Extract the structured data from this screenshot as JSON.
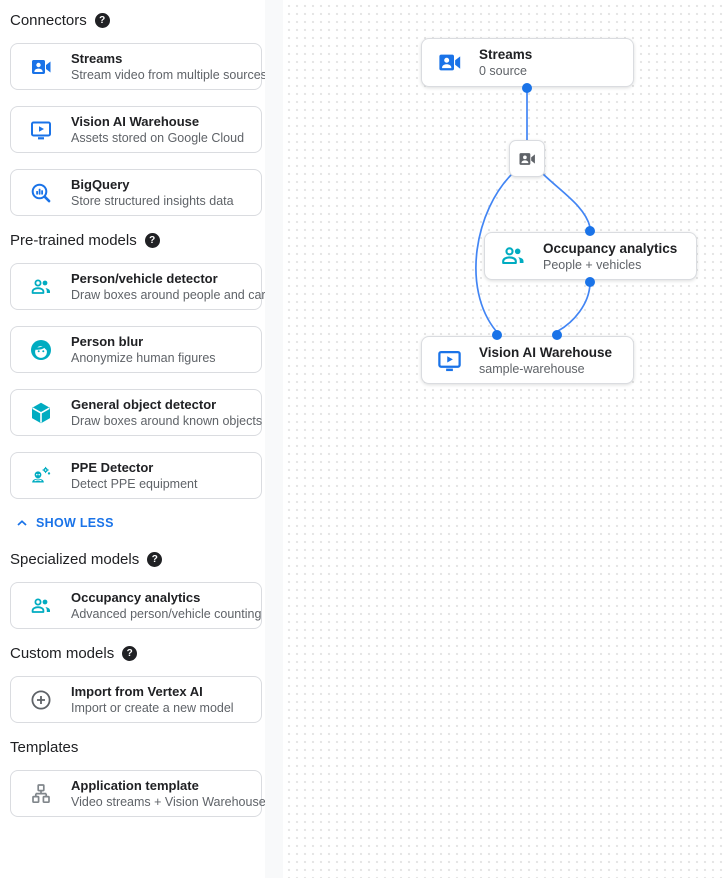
{
  "colors": {
    "icon_blue": "#1a73e8",
    "icon_teal": "#00acc1",
    "icon_gray": "#5f6368",
    "edge_blue": "#4285f4",
    "port_blue": "#1a73e8",
    "title_text": "#202124",
    "subtitle_text": "#5f6368",
    "card_border": "#dadce0"
  },
  "sidebar": {
    "show_less_label": "SHOW LESS",
    "sections": [
      {
        "title": "Connectors",
        "has_help": true,
        "cards": [
          {
            "icon": "video-camera-icon",
            "title": "Streams",
            "subtitle": "Stream video from multiple sources"
          },
          {
            "icon": "smart-display-icon",
            "title": "Vision AI Warehouse",
            "subtitle": "Assets stored on Google Cloud"
          },
          {
            "icon": "bigquery-icon",
            "title": "BigQuery",
            "subtitle": "Store structured insights data"
          }
        ]
      },
      {
        "title": "Pre-trained models",
        "has_help": true,
        "cards": [
          {
            "icon": "group-icon",
            "title": "Person/vehicle detector",
            "subtitle": "Draw boxes around people and cars"
          },
          {
            "icon": "face-icon",
            "title": "Person blur",
            "subtitle": "Anonymize human figures"
          },
          {
            "icon": "cube-icon",
            "title": "General object detector",
            "subtitle": "Draw boxes around known objects"
          },
          {
            "icon": "engineering-icon",
            "title": "PPE Detector",
            "subtitle": "Detect PPE equipment"
          }
        ]
      },
      {
        "title": "Specialized models",
        "has_help": true,
        "cards": [
          {
            "icon": "group-icon",
            "title": "Occupancy analytics",
            "subtitle": "Advanced person/vehicle counting"
          }
        ]
      },
      {
        "title": "Custom models",
        "has_help": true,
        "cards": [
          {
            "icon": "add-circle-icon",
            "title": "Import from Vertex AI",
            "subtitle": "Import or create a new model"
          }
        ]
      },
      {
        "title": "Templates",
        "has_help": false,
        "cards": [
          {
            "icon": "schema-icon",
            "title": "Application template",
            "subtitle": "Video streams + Vision Warehouse"
          }
        ]
      }
    ]
  },
  "canvas": {
    "nodes": {
      "streams": {
        "icon": "video-camera-icon",
        "title": "Streams",
        "subtitle": "0 source"
      },
      "mini": {
        "icon": "video-camera-icon"
      },
      "occupancy": {
        "icon": "group-icon",
        "title": "Occupancy analytics",
        "subtitle": "People + vehicles"
      },
      "warehouse": {
        "icon": "smart-display-icon",
        "title": "Vision AI Warehouse",
        "subtitle": "sample-warehouse"
      }
    }
  }
}
